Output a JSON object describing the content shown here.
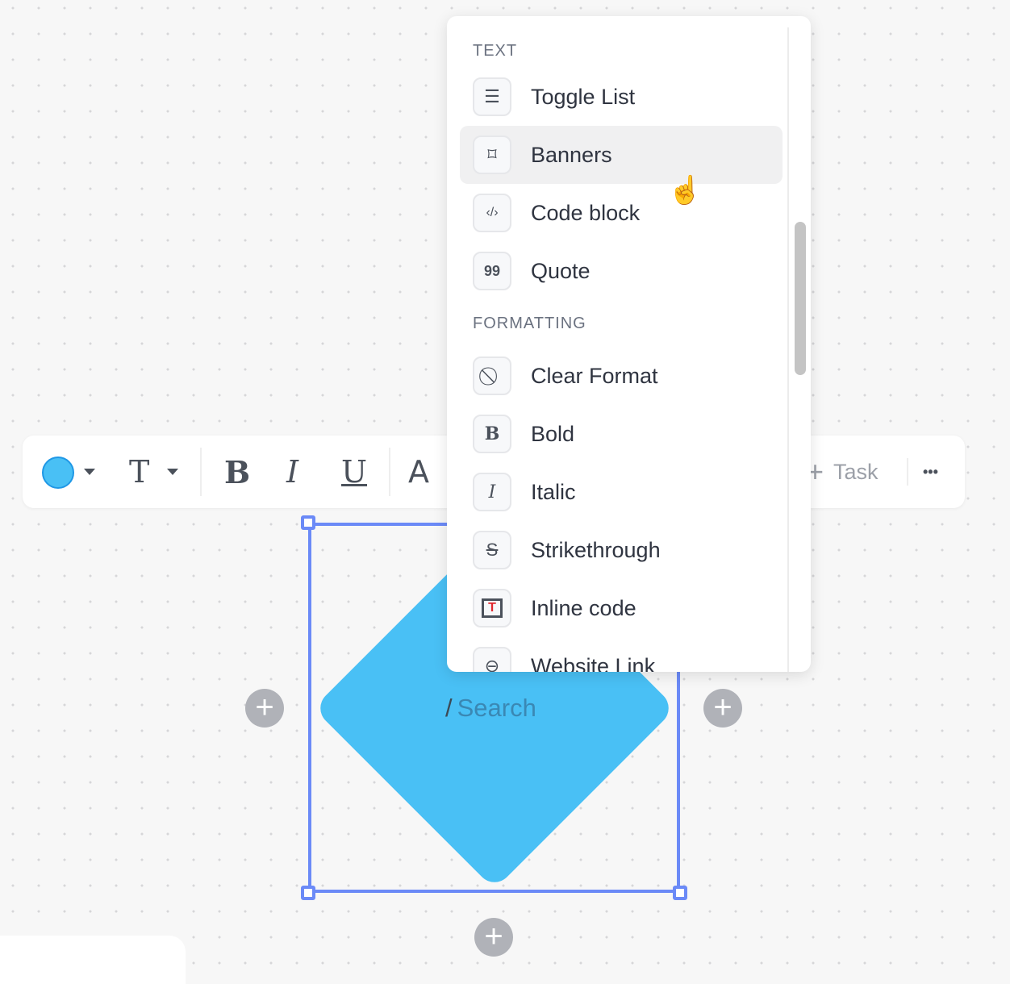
{
  "toolbar": {
    "color": "#49c0f5",
    "text_glyph": "T",
    "bold": "B",
    "italic": "I",
    "underline": "U",
    "font_color": "A",
    "task_label": "Task",
    "more": "•••"
  },
  "canvas": {
    "shape_color": "#49c0f5",
    "selection_color": "#6b8af7",
    "search_slash": "/",
    "search_placeholder": "Search"
  },
  "menu": {
    "sections": [
      {
        "title": "TEXT",
        "items": [
          {
            "label": "Toggle List",
            "icon": "list-icon"
          },
          {
            "label": "Banners",
            "icon": "bookmark-icon",
            "hovered": true
          },
          {
            "label": "Code block",
            "icon": "code-icon"
          },
          {
            "label": "Quote",
            "icon": "quote-icon"
          }
        ]
      },
      {
        "title": "FORMATTING",
        "items": [
          {
            "label": "Clear Format",
            "icon": "clear-format-icon"
          },
          {
            "label": "Bold",
            "icon": "bold-icon"
          },
          {
            "label": "Italic",
            "icon": "italic-icon"
          },
          {
            "label": "Strikethrough",
            "icon": "strikethrough-icon"
          },
          {
            "label": "Inline code",
            "icon": "inline-code-icon"
          },
          {
            "label": "Website Link",
            "icon": "link-icon"
          }
        ]
      }
    ]
  }
}
